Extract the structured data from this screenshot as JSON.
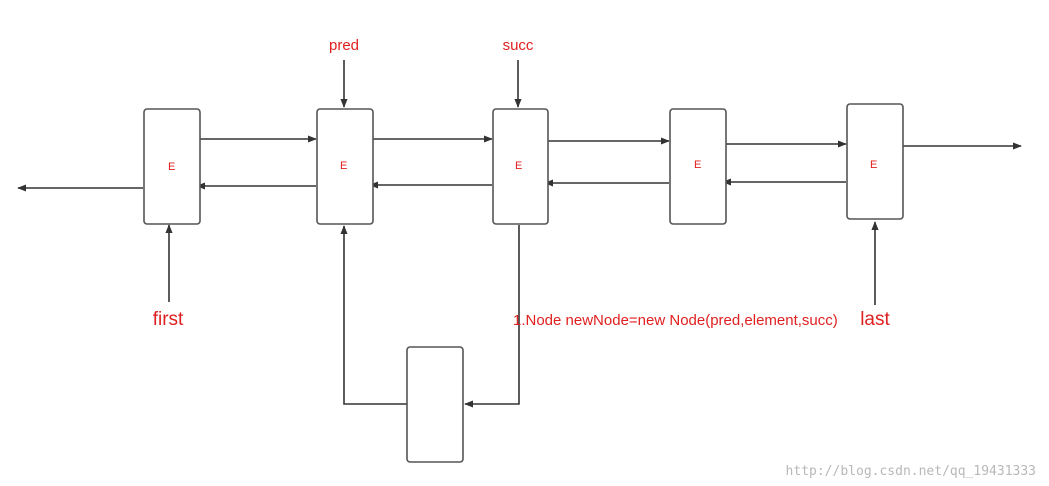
{
  "colors": {
    "label": "#e02020",
    "stroke": "#333333",
    "watermark": "#b8b8b8"
  },
  "nodes": [
    {
      "id": "n1",
      "label": "E"
    },
    {
      "id": "n2",
      "label": "E"
    },
    {
      "id": "n3",
      "label": "E"
    },
    {
      "id": "n4",
      "label": "E"
    },
    {
      "id": "n5",
      "label": "E"
    },
    {
      "id": "new",
      "label": ""
    }
  ],
  "pointers": {
    "pred": "pred",
    "succ": "succ",
    "first": "first",
    "last": "last"
  },
  "annotation": "1.Node newNode=new Node(pred,element,succ)",
  "watermark": "http://blog.csdn.net/qq_19431333"
}
